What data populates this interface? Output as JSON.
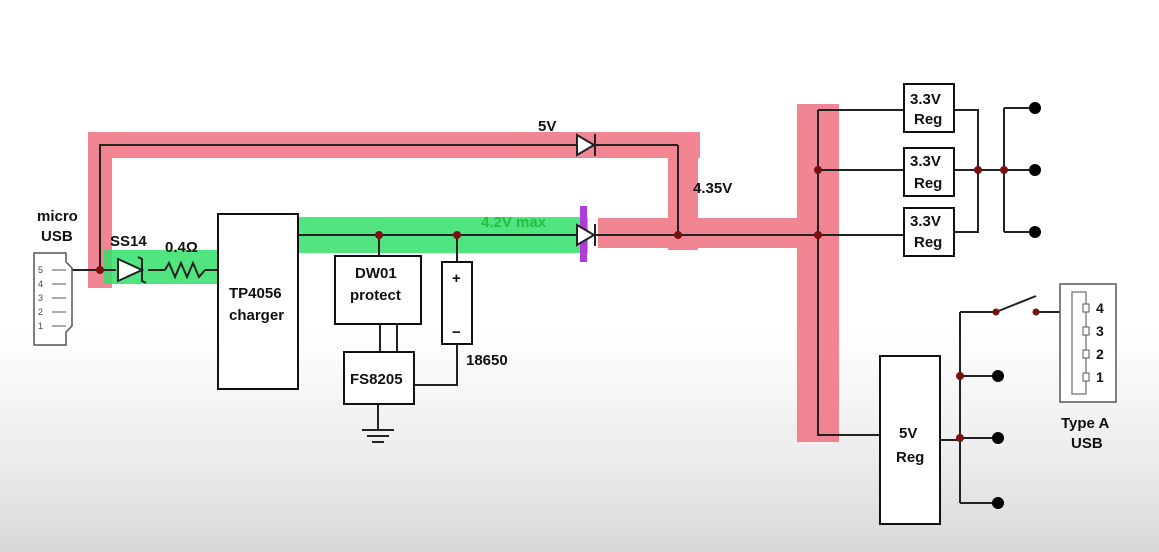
{
  "colors": {
    "charge_path": "#33e06b",
    "power_path": "#f07080",
    "marker": "#b03cd8",
    "wire": "#222222",
    "junction": "#7a1010"
  },
  "labels": {
    "micro_usb": [
      "micro",
      "USB"
    ],
    "ss14": "SS14",
    "resistor": "0.4Ω",
    "charger": [
      "TP4056",
      "charger"
    ],
    "protect": [
      "DW01",
      "protect"
    ],
    "fs8205": "FS8205",
    "battery": "18650",
    "battery_plus": "+",
    "battery_minus": "−",
    "v5": "5V",
    "v435": "4.35V",
    "v42": "4.2V max",
    "reg33": [
      "3.3V",
      "Reg"
    ],
    "reg5": [
      "5V",
      "Reg"
    ],
    "usb_a": [
      "Type A",
      "USB"
    ],
    "micro_pins": [
      "5",
      "4",
      "3",
      "2",
      "1"
    ],
    "usb_a_pins": [
      "4",
      "3",
      "2",
      "1"
    ]
  }
}
